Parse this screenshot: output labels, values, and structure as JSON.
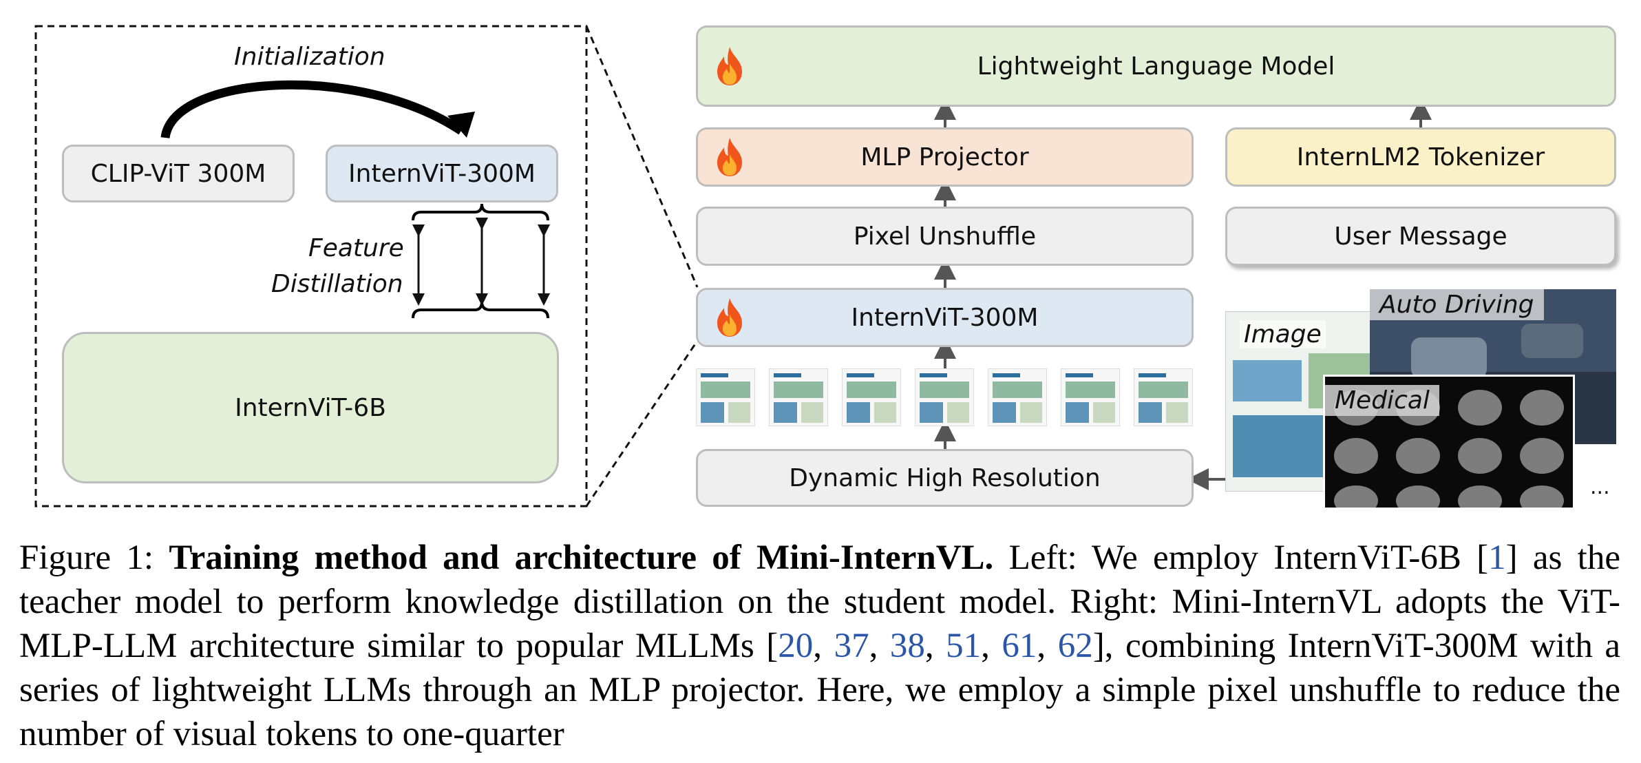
{
  "left_panel": {
    "initialization_label": "Initialization",
    "clip_box": "CLIP-ViT 300M",
    "internvit300_box": "InternViT-300M",
    "feature_label_line1": "Feature",
    "feature_label_line2": "Distillation",
    "internvit6b_box": "InternViT-6B"
  },
  "right_panel": {
    "llm_box": "Lightweight Language Model",
    "mlp_box": "MLP Projector",
    "tokenizer_box": "InternLM2 Tokenizer",
    "pixel_box": "Pixel Unshuffle",
    "user_message_box": "User Message",
    "vit_box": "InternViT-300M",
    "dhr_box": "Dynamic High Resolution",
    "image_label": "Image",
    "auto_driving_label": "Auto Driving",
    "medical_label": "Medical",
    "ellipsis": "..."
  },
  "caption": {
    "prefix": "Figure 1: ",
    "bold": "Training method and architecture of Mini-InternVL.",
    "part1": " Left: We employ InternViT-6B [",
    "ref1": "1",
    "part2": "] as the teacher model to perform knowledge distillation on the student model. Right: Mini-InternVL adopts the ViT-MLP-LLM architecture similar to popular MLLMs [",
    "refs": [
      "20",
      "37",
      "38",
      "51",
      "61",
      "62"
    ],
    "part3": "], combining InternViT-300M with a series of lightweight LLMs through an MLP projector. Here, we employ a simple pixel unshuffle to reduce the number of visual tokens to one-quarter"
  },
  "colors": {
    "green_box": "#e4efd8",
    "blue_box": "#dde8f3",
    "peach_box": "#f8e3d4",
    "yellow_box": "#fbf1c9",
    "gray_box": "#efefef",
    "reference_link": "#2a55a8"
  }
}
